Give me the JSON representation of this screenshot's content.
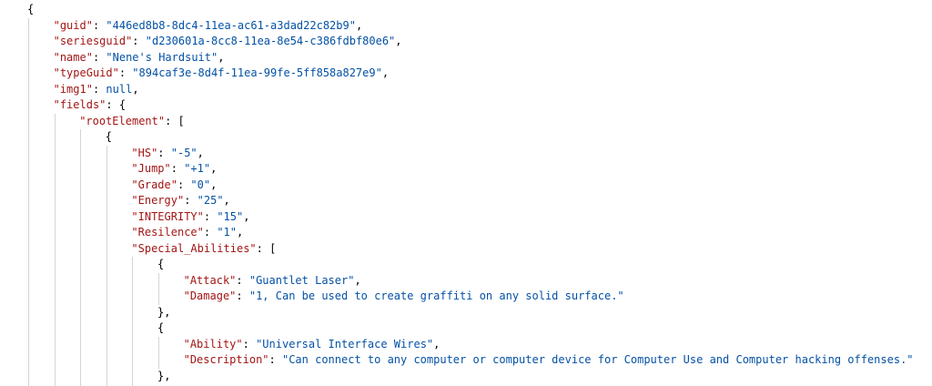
{
  "lines": [
    {
      "indent": 0,
      "parts": [
        {
          "t": "{",
          "c": "punct"
        }
      ]
    },
    {
      "indent": 1,
      "parts": [
        {
          "t": "\"guid\"",
          "c": "key"
        },
        {
          "t": ": ",
          "c": "punct"
        },
        {
          "t": "\"446ed8b8-8dc4-11ea-ac61-a3dad22c82b9\"",
          "c": "str"
        },
        {
          "t": ",",
          "c": "punct"
        }
      ]
    },
    {
      "indent": 1,
      "parts": [
        {
          "t": "\"seriesguid\"",
          "c": "key"
        },
        {
          "t": ": ",
          "c": "punct"
        },
        {
          "t": "\"d230601a-8cc8-11ea-8e54-c386fdbf80e6\"",
          "c": "str"
        },
        {
          "t": ",",
          "c": "punct"
        }
      ]
    },
    {
      "indent": 1,
      "parts": [
        {
          "t": "\"name\"",
          "c": "key"
        },
        {
          "t": ": ",
          "c": "punct"
        },
        {
          "t": "\"Nene's Hardsuit\"",
          "c": "str"
        },
        {
          "t": ",",
          "c": "punct"
        }
      ]
    },
    {
      "indent": 1,
      "parts": [
        {
          "t": "\"typeGuid\"",
          "c": "key"
        },
        {
          "t": ": ",
          "c": "punct"
        },
        {
          "t": "\"894caf3e-8d4f-11ea-99fe-5ff858a827e9\"",
          "c": "str"
        },
        {
          "t": ",",
          "c": "punct"
        }
      ]
    },
    {
      "indent": 1,
      "parts": [
        {
          "t": "\"img1\"",
          "c": "key"
        },
        {
          "t": ": ",
          "c": "punct"
        },
        {
          "t": "null",
          "c": "kw"
        },
        {
          "t": ",",
          "c": "punct"
        }
      ]
    },
    {
      "indent": 1,
      "parts": [
        {
          "t": "\"fields\"",
          "c": "key"
        },
        {
          "t": ": {",
          "c": "punct"
        }
      ]
    },
    {
      "indent": 2,
      "parts": [
        {
          "t": "\"rootElement\"",
          "c": "key"
        },
        {
          "t": ": [",
          "c": "punct"
        }
      ]
    },
    {
      "indent": 3,
      "parts": [
        {
          "t": "{",
          "c": "punct"
        }
      ]
    },
    {
      "indent": 4,
      "parts": [
        {
          "t": "\"HS\"",
          "c": "key"
        },
        {
          "t": ": ",
          "c": "punct"
        },
        {
          "t": "\"-5\"",
          "c": "str"
        },
        {
          "t": ",",
          "c": "punct"
        }
      ]
    },
    {
      "indent": 4,
      "parts": [
        {
          "t": "\"Jump\"",
          "c": "key"
        },
        {
          "t": ": ",
          "c": "punct"
        },
        {
          "t": "\"+1\"",
          "c": "str"
        },
        {
          "t": ",",
          "c": "punct"
        }
      ]
    },
    {
      "indent": 4,
      "parts": [
        {
          "t": "\"Grade\"",
          "c": "key"
        },
        {
          "t": ": ",
          "c": "punct"
        },
        {
          "t": "\"0\"",
          "c": "str"
        },
        {
          "t": ",",
          "c": "punct"
        }
      ]
    },
    {
      "indent": 4,
      "parts": [
        {
          "t": "\"Energy\"",
          "c": "key"
        },
        {
          "t": ": ",
          "c": "punct"
        },
        {
          "t": "\"25\"",
          "c": "str"
        },
        {
          "t": ",",
          "c": "punct"
        }
      ]
    },
    {
      "indent": 4,
      "parts": [
        {
          "t": "\"INTEGRITY\"",
          "c": "key"
        },
        {
          "t": ": ",
          "c": "punct"
        },
        {
          "t": "\"15\"",
          "c": "str"
        },
        {
          "t": ",",
          "c": "punct"
        }
      ]
    },
    {
      "indent": 4,
      "parts": [
        {
          "t": "\"Resilence\"",
          "c": "key"
        },
        {
          "t": ": ",
          "c": "punct"
        },
        {
          "t": "\"1\"",
          "c": "str"
        },
        {
          "t": ",",
          "c": "punct"
        }
      ]
    },
    {
      "indent": 4,
      "parts": [
        {
          "t": "\"Special_Abilities\"",
          "c": "key"
        },
        {
          "t": ": [",
          "c": "punct"
        }
      ]
    },
    {
      "indent": 5,
      "parts": [
        {
          "t": "{",
          "c": "punct"
        }
      ]
    },
    {
      "indent": 6,
      "parts": [
        {
          "t": "\"Attack\"",
          "c": "key"
        },
        {
          "t": ": ",
          "c": "punct"
        },
        {
          "t": "\"Guantlet Laser\"",
          "c": "str"
        },
        {
          "t": ",",
          "c": "punct"
        }
      ]
    },
    {
      "indent": 6,
      "parts": [
        {
          "t": "\"Damage\"",
          "c": "key"
        },
        {
          "t": ": ",
          "c": "punct"
        },
        {
          "t": "\"1, Can be used to create graffiti on any solid surface.\"",
          "c": "str"
        }
      ]
    },
    {
      "indent": 5,
      "parts": [
        {
          "t": "},",
          "c": "punct"
        }
      ]
    },
    {
      "indent": 5,
      "parts": [
        {
          "t": "{",
          "c": "punct"
        }
      ]
    },
    {
      "indent": 6,
      "parts": [
        {
          "t": "\"Ability\"",
          "c": "key"
        },
        {
          "t": ": ",
          "c": "punct"
        },
        {
          "t": "\"Universal Interface Wires\"",
          "c": "str"
        },
        {
          "t": ",",
          "c": "punct"
        }
      ]
    },
    {
      "indent": 6,
      "parts": [
        {
          "t": "\"Description\"",
          "c": "key"
        },
        {
          "t": ": ",
          "c": "punct"
        },
        {
          "t": "\"Can connect to any computer or computer device for Computer Use and Computer hacking offenses.\"",
          "c": "str"
        }
      ]
    },
    {
      "indent": 5,
      "parts": [
        {
          "t": "},",
          "c": "punct"
        }
      ]
    },
    {
      "indent": 5,
      "parts": [
        {
          "t": "{",
          "c": "punct"
        }
      ]
    }
  ]
}
